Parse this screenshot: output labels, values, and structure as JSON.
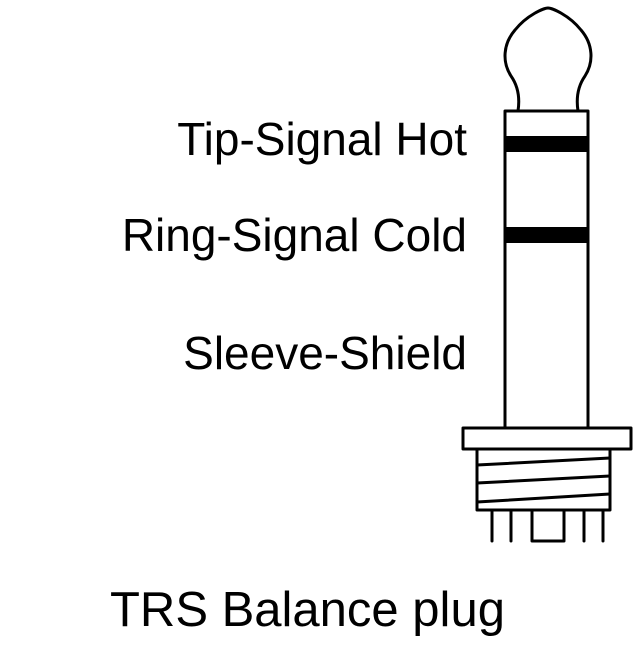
{
  "labels": {
    "tip": "Tip-Signal Hot",
    "ring": "Ring-Signal Cold",
    "sleeve": "Sleeve-Shield"
  },
  "caption": "TRS Balance plug",
  "colors": {
    "line": "#000000",
    "background": "#ffffff"
  }
}
